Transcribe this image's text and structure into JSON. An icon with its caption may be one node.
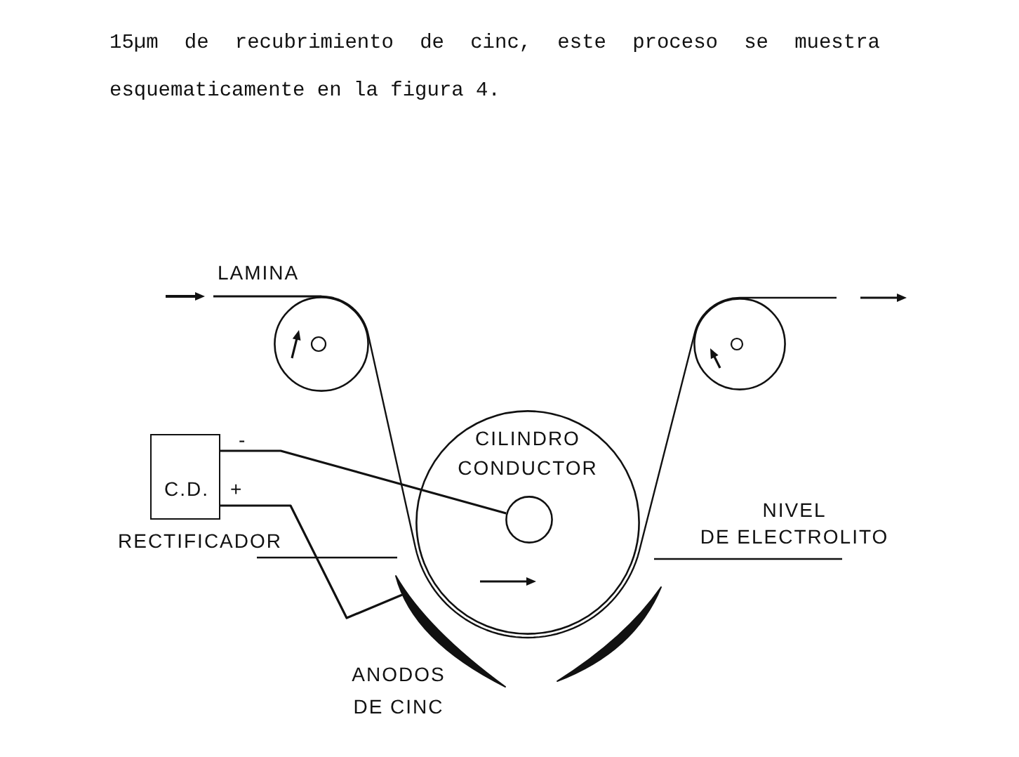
{
  "diagram": {
    "nodes": [
      {
        "text": [],
        "shape": "circle"
      },
      {
        "text": [],
        "shape": "circle"
      },
      {
        "text": [
          "CILINDRO CONDUCTOR"
        ]
      },
      {
        "text": [],
        "shape": "circle",
        "in": 2
      },
      {
        "text": [
          "C.D."
        ],
        "beside": [
          "RECTIFICADOR"
        ]
      },
      {
        "text": [],
        "shape": "bar"
      },
      {
        "text": [],
        "shape": "bar"
      }
    ],
    "edges": [
      {
        "from": null,
        "to": 0,
        "arrow": "none"
      },
      {
        "from": 0,
        "to": 2,
        "arrow": "none"
      },
      {
        "from": 2,
        "to": 1,
        "arrow": "none"
      },
      {
        "from": 1,
        "to": null,
        "arrow": "none"
      },
      {
        "from": 4,
        "to": 3,
        "arrow": "none"
      },
      {
        "from": 4,
        "to": 5,
        "arrow": "none"
      }
    ],
    "labels": [
      "15µm de recubrimiento de cinc, este proceso se muestra esquematicamente en la figura 4.",
      "LAMINA",
      "-",
      "+",
      "NIVEL DE ELECTROLITO",
      "ANODOS DE CINC"
    ]
  }
}
